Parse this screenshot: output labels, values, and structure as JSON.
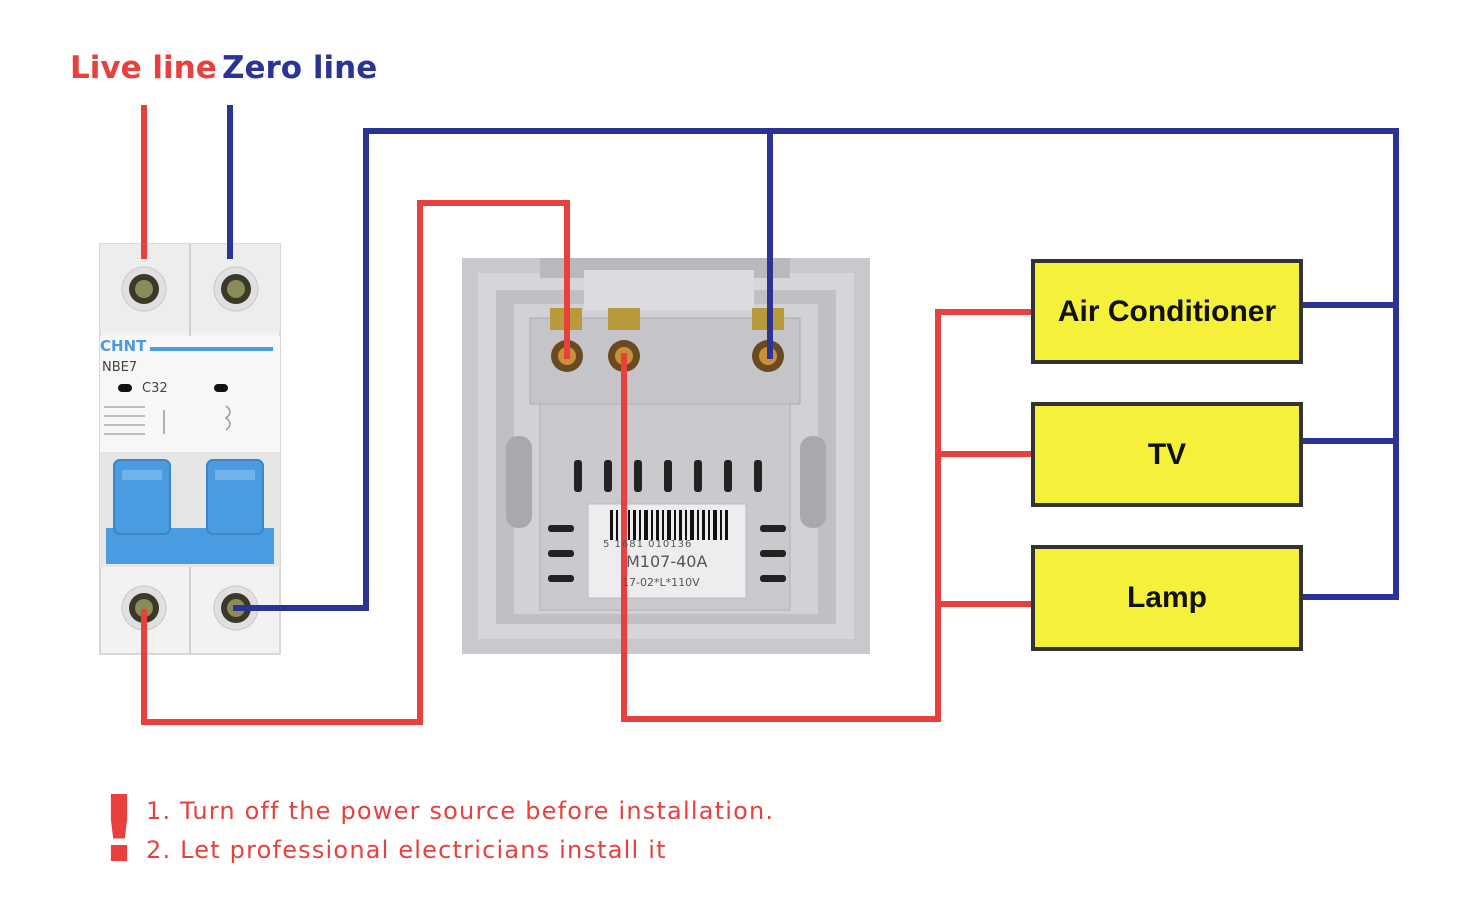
{
  "labels": {
    "live_line": "Live line",
    "zero_line": "Zero line"
  },
  "breaker": {
    "brand": "CHNT",
    "model": "NBE7",
    "rating": "C32"
  },
  "switch": {
    "model": "M107-40A",
    "barcode_number": "5 1681 010136",
    "date_spec": "17-02*L*110V"
  },
  "devices": [
    {
      "label": "Air Conditioner"
    },
    {
      "label": "TV"
    },
    {
      "label": "Lamp"
    }
  ],
  "warning": {
    "symbol": "!",
    "notes": [
      "1. Turn off the power source before installation.",
      "2. Let professional electricians install it"
    ]
  },
  "colors": {
    "live": "#e8403c",
    "zero": "#2b3494",
    "device_fill": "#f5f03a",
    "breaker_handle": "#4a9be0"
  }
}
